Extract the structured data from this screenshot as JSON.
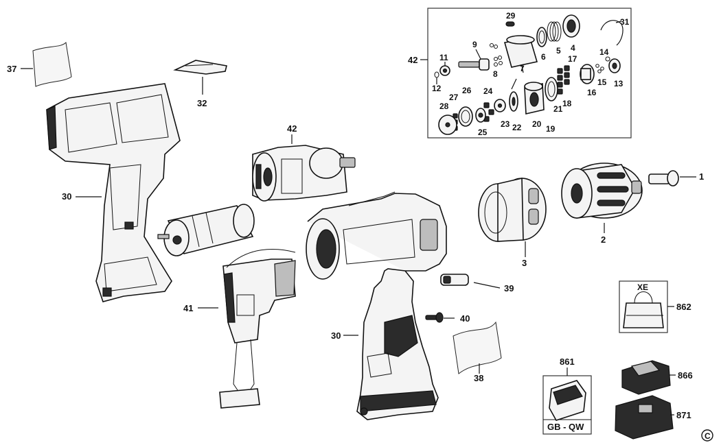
{
  "labels": {
    "p1": "1",
    "p2": "2",
    "p3": "3",
    "p4": "4",
    "p5": "5",
    "p6": "6",
    "p7": "7",
    "p8": "8",
    "p9": "9",
    "p11": "11",
    "p12": "12",
    "p13": "13",
    "p14": "14",
    "p15": "15",
    "p16": "16",
    "p17": "17",
    "p18": "18",
    "p19": "19",
    "p20": "20",
    "p21": "21",
    "p22": "22",
    "p23": "23",
    "p24": "24",
    "p25": "25",
    "p26": "26",
    "p27": "27",
    "p28": "28",
    "p29": "29",
    "p30a": "30",
    "p30b": "30",
    "p31": "31",
    "p32": "32",
    "p37": "37",
    "p38": "38",
    "p39": "39",
    "p40": "40",
    "p41": "41",
    "p42a": "42",
    "p42b": "42",
    "p861": "861",
    "p862": "862",
    "p866": "866",
    "p871": "871"
  },
  "kit_box_label": "XE",
  "case_region_label": "GB - QW",
  "copyright_symbol": "C"
}
